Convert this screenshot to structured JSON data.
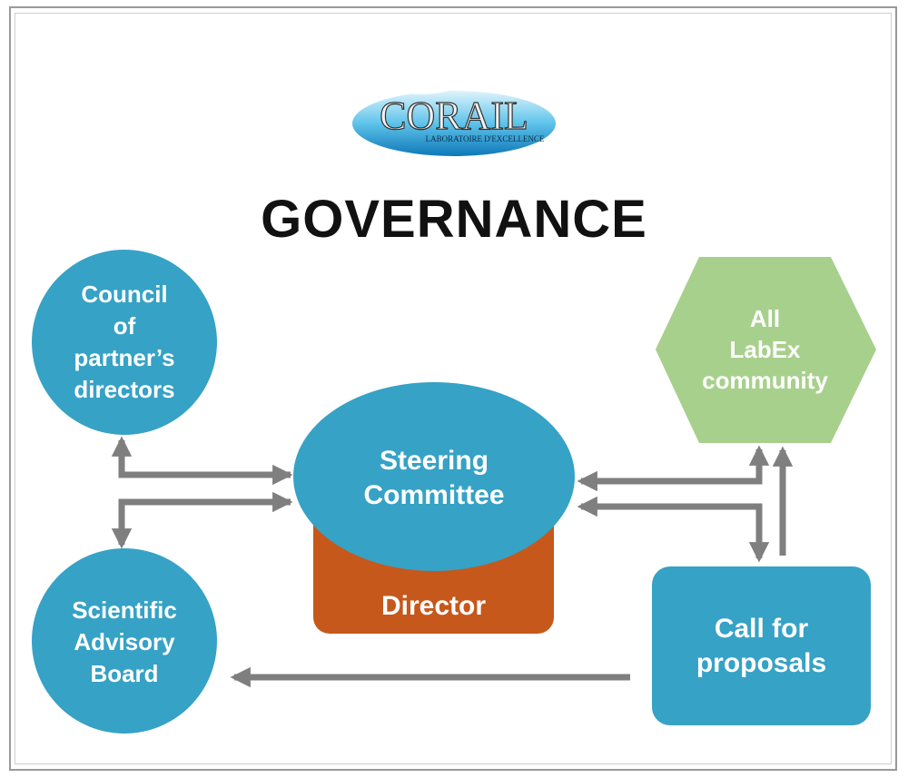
{
  "logo": {
    "name": "CORAIL",
    "tagline": "LABORATOIRE D'EXCELLENCE"
  },
  "title": "GOVERNANCE",
  "nodes": {
    "council": "Council\nof\npartner’s\ndirectors",
    "steering": "Steering\nCommittee",
    "director": "Director",
    "advisory": "Scientific\nAdvisory\nBoard",
    "community": "All\nLabEx\ncommunity",
    "proposals": "Call for\nproposals"
  },
  "colors": {
    "blue": "#36a2c5",
    "orange": "#c6581b",
    "green": "#a8d08d",
    "arrow": "#7f7f7f"
  }
}
